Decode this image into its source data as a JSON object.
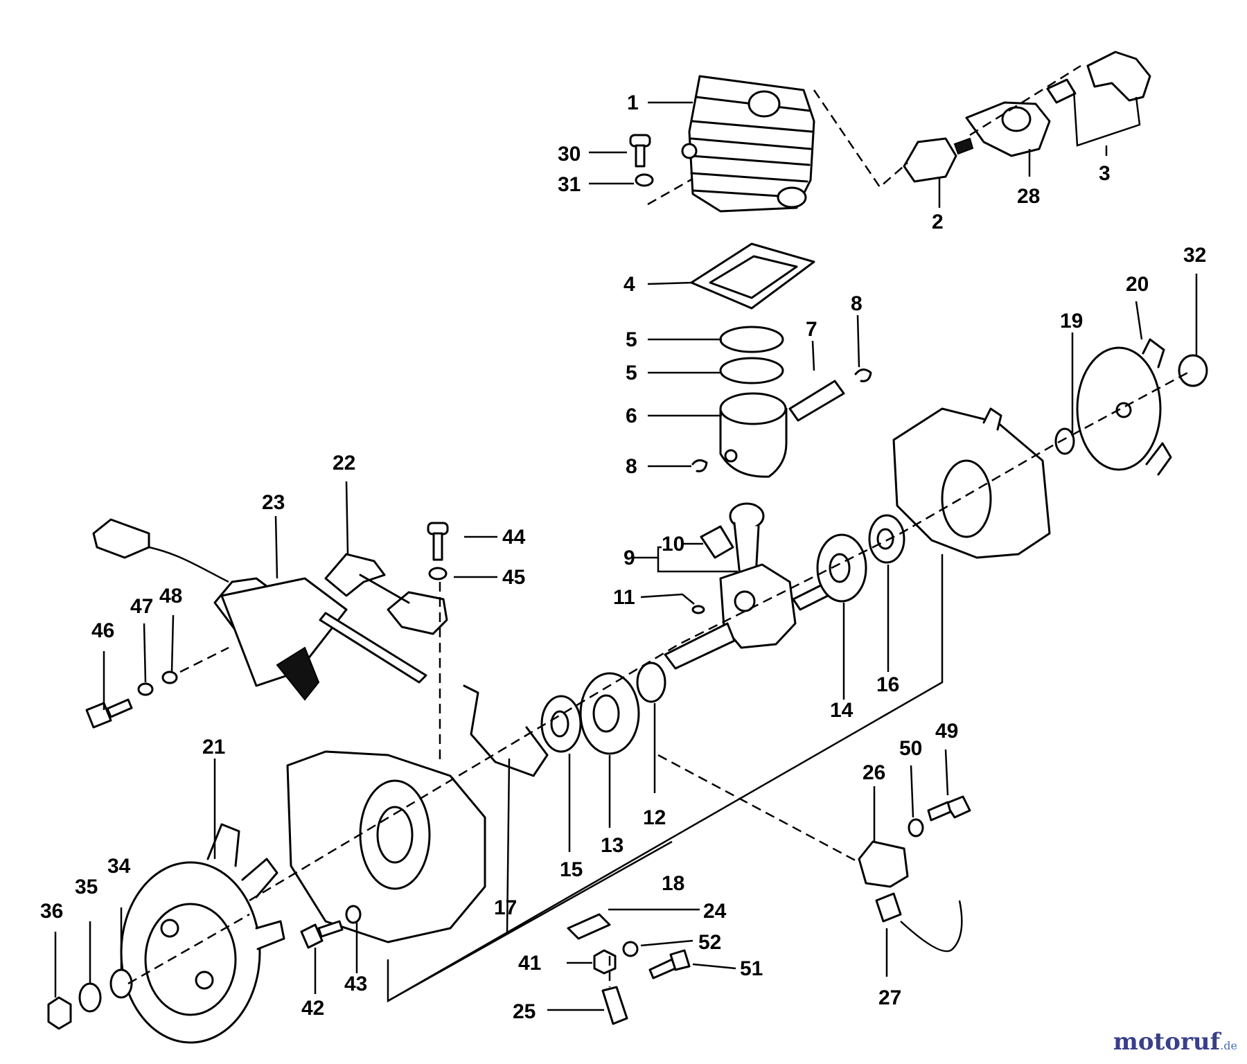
{
  "callouts": [
    {
      "id": "1",
      "label": "1"
    },
    {
      "id": "2",
      "label": "2"
    },
    {
      "id": "3",
      "label": "3"
    },
    {
      "id": "4",
      "label": "4"
    },
    {
      "id": "5a",
      "label": "5"
    },
    {
      "id": "5b",
      "label": "5"
    },
    {
      "id": "6",
      "label": "6"
    },
    {
      "id": "7",
      "label": "7"
    },
    {
      "id": "8a",
      "label": "8"
    },
    {
      "id": "8b",
      "label": "8"
    },
    {
      "id": "9",
      "label": "9"
    },
    {
      "id": "10",
      "label": "10"
    },
    {
      "id": "11",
      "label": "11"
    },
    {
      "id": "12",
      "label": "12"
    },
    {
      "id": "13",
      "label": "13"
    },
    {
      "id": "14",
      "label": "14"
    },
    {
      "id": "15",
      "label": "15"
    },
    {
      "id": "16",
      "label": "16"
    },
    {
      "id": "17",
      "label": "17"
    },
    {
      "id": "18",
      "label": "18"
    },
    {
      "id": "19",
      "label": "19"
    },
    {
      "id": "20",
      "label": "20"
    },
    {
      "id": "21",
      "label": "21"
    },
    {
      "id": "22",
      "label": "22"
    },
    {
      "id": "23",
      "label": "23"
    },
    {
      "id": "24",
      "label": "24"
    },
    {
      "id": "25",
      "label": "25"
    },
    {
      "id": "26",
      "label": "26"
    },
    {
      "id": "27",
      "label": "27"
    },
    {
      "id": "28",
      "label": "28"
    },
    {
      "id": "30",
      "label": "30"
    },
    {
      "id": "31",
      "label": "31"
    },
    {
      "id": "32",
      "label": "32"
    },
    {
      "id": "34",
      "label": "34"
    },
    {
      "id": "35",
      "label": "35"
    },
    {
      "id": "36",
      "label": "36"
    },
    {
      "id": "41",
      "label": "41"
    },
    {
      "id": "42",
      "label": "42"
    },
    {
      "id": "43",
      "label": "43"
    },
    {
      "id": "44",
      "label": "44"
    },
    {
      "id": "45",
      "label": "45"
    },
    {
      "id": "46",
      "label": "46"
    },
    {
      "id": "47",
      "label": "47"
    },
    {
      "id": "48",
      "label": "48"
    },
    {
      "id": "49",
      "label": "49"
    },
    {
      "id": "50",
      "label": "50"
    },
    {
      "id": "51",
      "label": "51"
    },
    {
      "id": "52",
      "label": "52"
    }
  ],
  "watermark": {
    "brand": "motoruf",
    "suffix": ".de"
  }
}
